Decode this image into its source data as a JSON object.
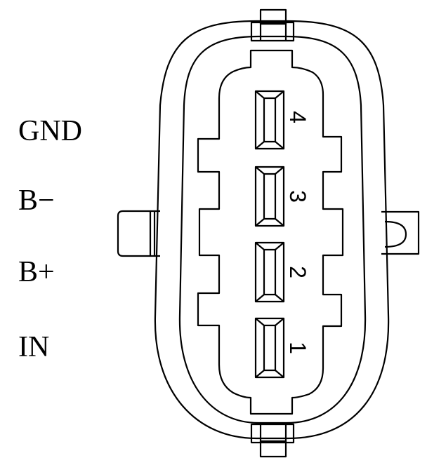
{
  "labels": {
    "gnd": "GND",
    "b_minus": "B−",
    "b_plus": "B+",
    "in": "IN"
  },
  "pins": [
    {
      "number": "4"
    },
    {
      "number": "3"
    },
    {
      "number": "2"
    },
    {
      "number": "1"
    }
  ],
  "colors": {
    "line": "#000000",
    "background": "#ffffff"
  }
}
